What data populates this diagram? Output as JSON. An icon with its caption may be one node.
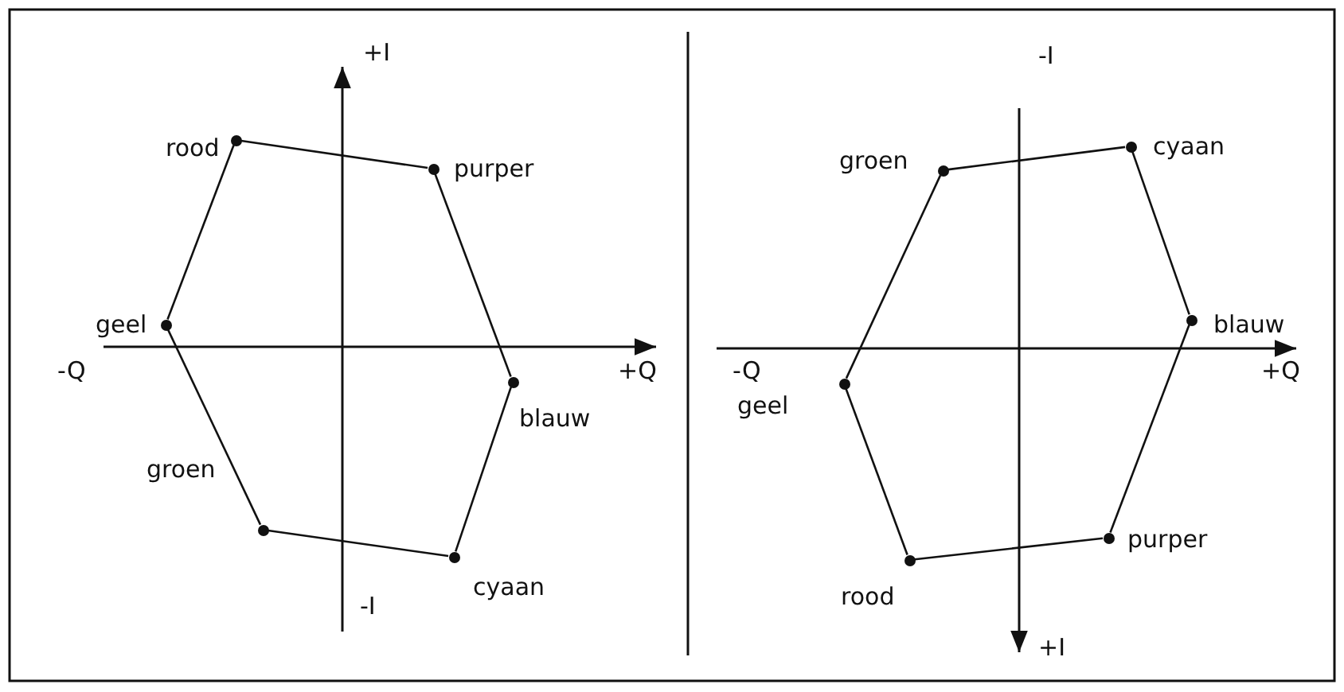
{
  "diagram": {
    "nodes": [
      {
        "text": [
          "rood"
        ]
      },
      {
        "text": [
          "purper"
        ]
      },
      {
        "text": [
          "geel"
        ]
      },
      {
        "text": [
          "blauw"
        ]
      },
      {
        "text": [
          "groen"
        ]
      },
      {
        "text": [
          "cyaan"
        ]
      },
      {
        "text": [
          "groen"
        ]
      },
      {
        "text": [
          "cyaan"
        ]
      },
      {
        "text": [
          "blauw"
        ]
      },
      {
        "text": [
          "geel"
        ]
      },
      {
        "text": [
          "rood"
        ]
      },
      {
        "text": [
          "purper"
        ]
      }
    ],
    "edges": [
      {
        "from": 0,
        "to": 1,
        "arrow": "none"
      },
      {
        "from": 1,
        "to": 3,
        "arrow": "none"
      },
      {
        "from": 3,
        "to": 5,
        "arrow": "none"
      },
      {
        "from": 5,
        "to": 4,
        "arrow": "none"
      },
      {
        "from": 4,
        "to": 2,
        "arrow": "none"
      },
      {
        "from": 2,
        "to": 0,
        "arrow": "none"
      },
      {
        "from": 6,
        "to": 7,
        "arrow": "none"
      },
      {
        "from": 7,
        "to": 8,
        "arrow": "none"
      },
      {
        "from": 8,
        "to": 11,
        "arrow": "none"
      },
      {
        "from": 11,
        "to": 10,
        "arrow": "none"
      },
      {
        "from": 10,
        "to": 9,
        "arrow": "none"
      },
      {
        "from": 9,
        "to": 6,
        "arrow": "none"
      }
    ],
    "labels": [
      "+I",
      "-Q",
      "+Q",
      "-I",
      "-I",
      "-Q",
      "+Q",
      "+I"
    ]
  }
}
